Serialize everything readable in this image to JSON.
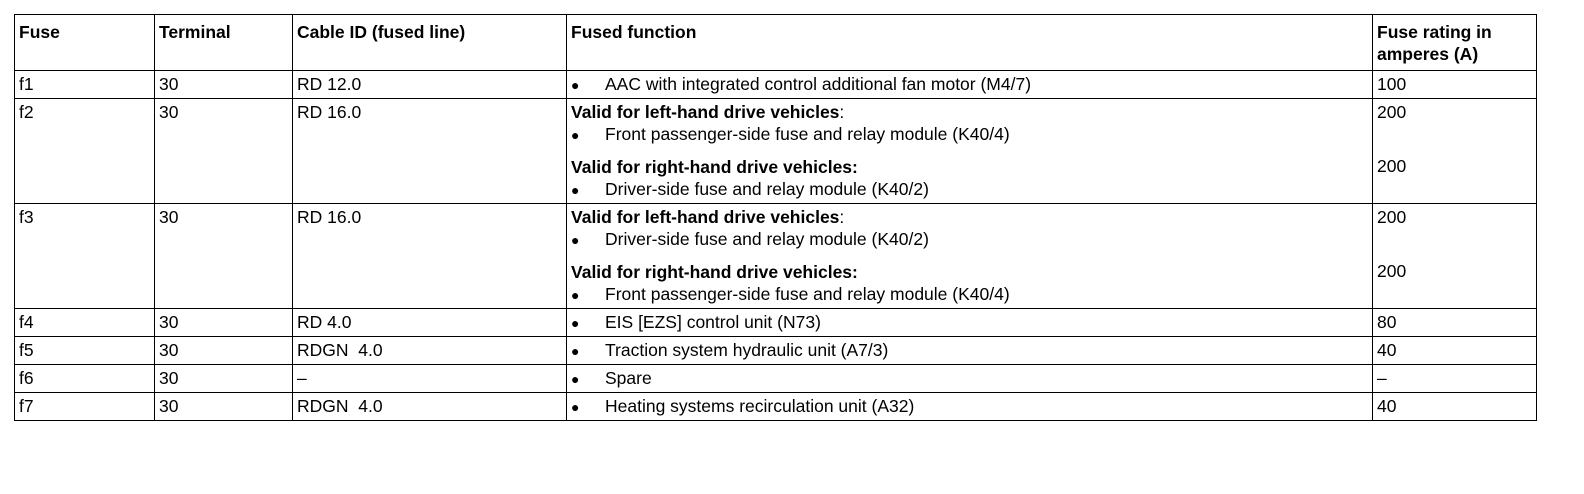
{
  "headers": {
    "fuse": "Fuse",
    "terminal": "Terminal",
    "cable": "Cable ID (fused line)",
    "function": "Fused function",
    "rating": "Fuse rating in amperes (A)"
  },
  "bullet": "●",
  "rows": [
    {
      "fuse": "f1",
      "terminal": "30",
      "cable": "RD 12.0",
      "function": "AAC with integrated control additional fan motor (M4/7)",
      "rating": "100"
    },
    {
      "fuse": "f2",
      "terminal": "30",
      "cable": "RD 16.0",
      "lhd_label": "Valid for left-hand drive vehicles",
      "lhd_function": "Front passenger-side fuse and relay module (K40/4)",
      "lhd_rating": "200",
      "rhd_label": "Valid for right-hand drive vehicles:",
      "rhd_function": "Driver-side fuse and relay module (K40/2)",
      "rhd_rating": "200"
    },
    {
      "fuse": "f3",
      "terminal": "30",
      "cable": "RD 16.0",
      "lhd_label": "Valid for left-hand drive vehicles",
      "lhd_function": "Driver-side fuse and relay module (K40/2)",
      "lhd_rating": "200",
      "rhd_label": "Valid for right-hand drive vehicles:",
      "rhd_function": "Front passenger-side fuse and relay module (K40/4)",
      "rhd_rating": "200"
    },
    {
      "fuse": "f4",
      "terminal": "30",
      "cable": "RD 4.0",
      "function": "EIS [EZS] control unit (N73)",
      "rating": "80"
    },
    {
      "fuse": "f5",
      "terminal": "30",
      "cable": "RDGN  4.0",
      "function": "Traction system hydraulic unit (A7/3)",
      "rating": "40"
    },
    {
      "fuse": "f6",
      "terminal": "30",
      "cable": "–",
      "function": "Spare",
      "rating": "–"
    },
    {
      "fuse": "f7",
      "terminal": "30",
      "cable": "RDGN  4.0",
      "function": "Heating systems recirculation unit (A32)",
      "rating": "40"
    }
  ]
}
